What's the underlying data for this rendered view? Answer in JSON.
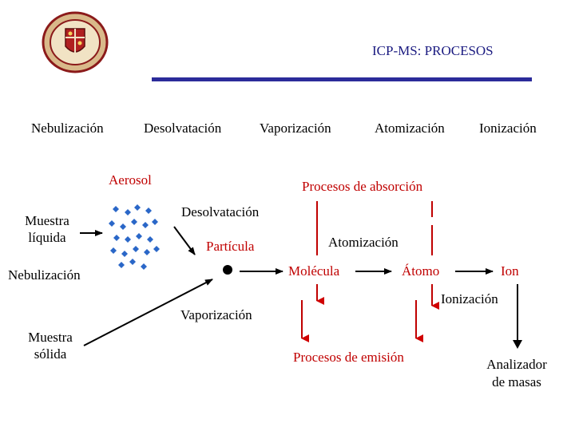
{
  "header": {
    "title": "ICP-MS: PROCESOS",
    "accent_color": "#2b2b9a",
    "logo_icon": "university-seal-icon"
  },
  "steps": [
    "Nebulización",
    "Desolvatación",
    "Vaporización",
    "Atomización",
    "Ionización"
  ],
  "diagram": {
    "aerosol": "Aerosol",
    "muestra_liquida_1": "Muestra",
    "muestra_liquida_2": "líquida",
    "nebulizacion": "Nebulización",
    "desolvatacion": "Desolvatación",
    "particula": "Partícula",
    "atomizacion": "Atomización",
    "molecula": "Molécula",
    "atomo": "Átomo",
    "ion": "Ion",
    "procesos_absorcion": "Procesos de absorción",
    "ionizacion": "Ionización",
    "vaporizacion": "Vaporización",
    "muestra_solida_1": "Muestra",
    "muestra_solida_2": "sólida",
    "procesos_emision": "Procesos de emisión",
    "analizador_1": "Analizador",
    "analizador_2": "de masas",
    "red_color": "#c00000",
    "aerosol_color": "#2a67c8"
  }
}
